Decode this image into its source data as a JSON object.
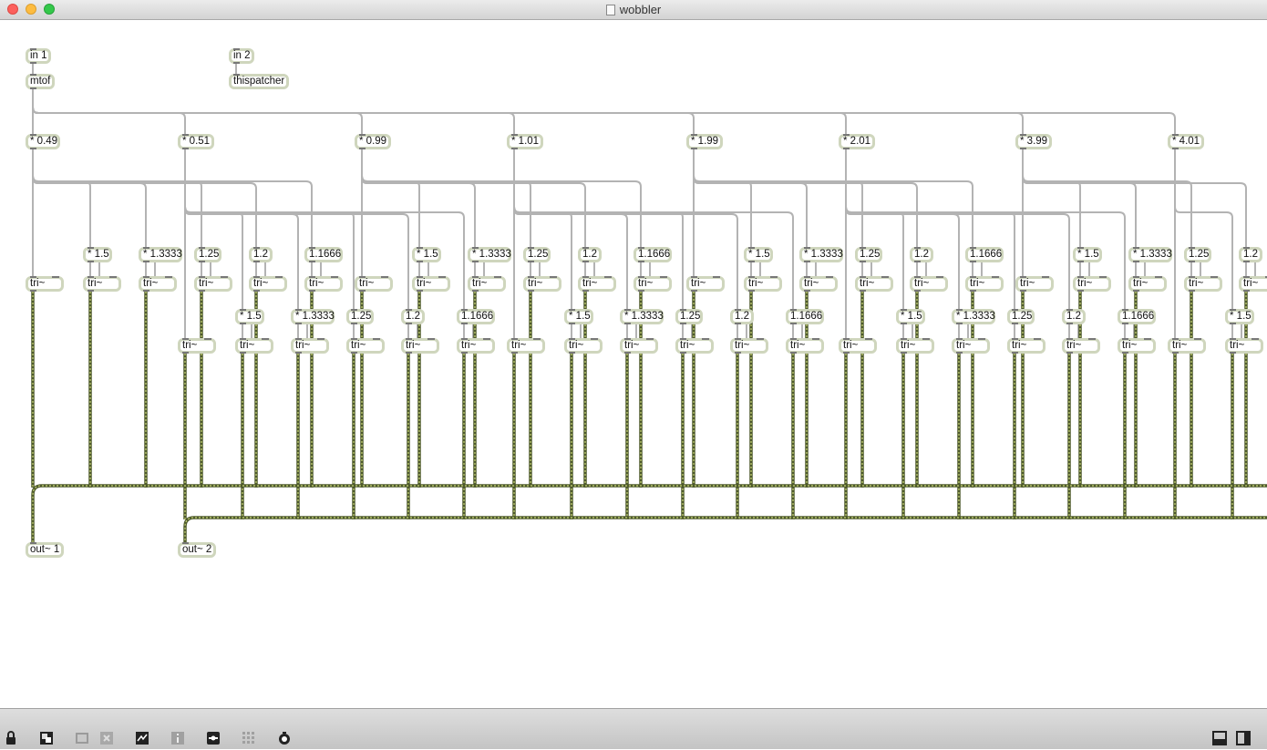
{
  "window": {
    "title": "wobbler"
  },
  "patch": {
    "inlets": [
      {
        "label": "in 1",
        "name": "inlet-1"
      },
      {
        "label": "in 2",
        "name": "inlet-2"
      }
    ],
    "mtof_label": "mtof",
    "thispatcher_label": "thispatcher",
    "multipliers": [
      "* 0.49",
      "* 0.51",
      "* 0.99",
      "* 1.01",
      "* 1.99",
      "* 2.01",
      "* 3.99",
      "* 4.01"
    ],
    "ratio_labels": [
      "* 1.5",
      "* 1.3333",
      "1.25",
      "1.2",
      "1.1666"
    ],
    "osc_label": "tri~",
    "outlets": [
      {
        "label": "out~ 1",
        "name": "outlet-1"
      },
      {
        "label": "out~ 2",
        "name": "outlet-2"
      }
    ]
  },
  "colors": {
    "box_border": "#cfd6bd",
    "control_patchcord": "#b3b3b3",
    "signal_patchcord": "#4e5a2c",
    "signal_stripe": "#c8d676"
  },
  "toolbar": {
    "icons": [
      "lock-icon",
      "new-view-icon",
      "presentation-icon",
      "clear-icon",
      "debug-icon",
      "inspector-icon",
      "patchcord-icon",
      "grid-icon",
      "snapshot-icon",
      "single-pane-icon",
      "split-pane-icon"
    ]
  }
}
